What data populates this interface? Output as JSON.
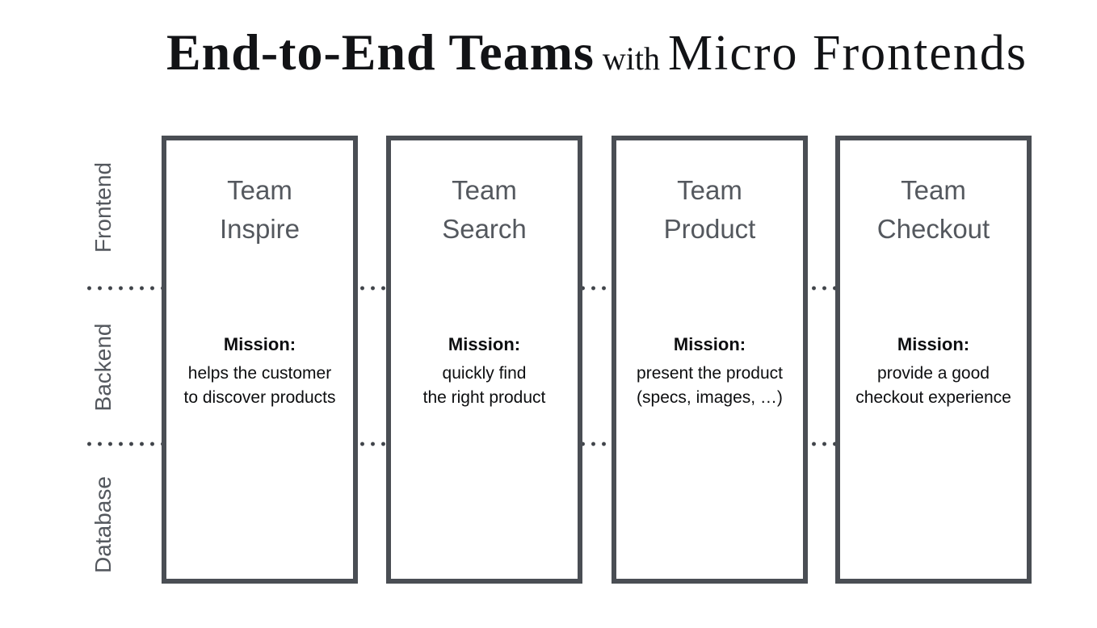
{
  "title": {
    "part1": "End-to-End Teams",
    "connector": "with",
    "part2": "Micro Frontends"
  },
  "rows": [
    {
      "label": "Frontend"
    },
    {
      "label": "Backend"
    },
    {
      "label": "Database"
    }
  ],
  "mission_label": "Mission:",
  "teams": [
    {
      "name": "Team\nInspire",
      "mission": "helps the customer\nto discover products"
    },
    {
      "name": "Team\nSearch",
      "mission": "quickly find\nthe right product"
    },
    {
      "name": "Team\nProduct",
      "mission": "present the product\n(specs, images, …)"
    },
    {
      "name": "Team\nCheckout",
      "mission": "provide a good\ncheckout experience"
    }
  ],
  "colors": {
    "background": "#ffffff",
    "box_border": "#4a4e54",
    "team_text": "#54585e",
    "row_label_text": "#54585e",
    "mission_text": "#0d0e10",
    "separator_dot": "#41454b",
    "title_text": "#121316"
  }
}
